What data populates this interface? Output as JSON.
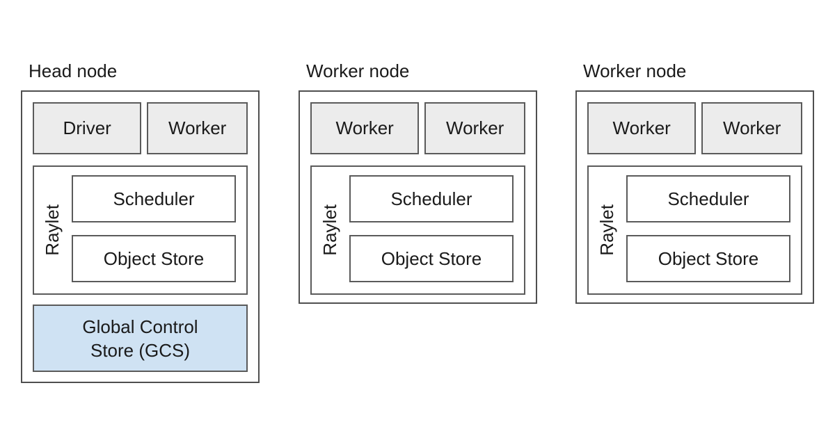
{
  "colors": {
    "background": "#ffffff",
    "border": "#4f4f4f",
    "process_fill": "#ececec",
    "gcs_fill": "#cfe2f3",
    "text": "#1a1a1a"
  },
  "nodes": [
    {
      "title": "Head node",
      "processes": [
        "Driver",
        "Worker"
      ],
      "raylet": {
        "label": "Raylet",
        "components": [
          "Scheduler",
          "Object Store"
        ]
      },
      "gcs": {
        "line1": "Global Control",
        "line2": "Store (GCS)"
      }
    },
    {
      "title": "Worker node",
      "processes": [
        "Worker",
        "Worker"
      ],
      "raylet": {
        "label": "Raylet",
        "components": [
          "Scheduler",
          "Object Store"
        ]
      }
    },
    {
      "title": "Worker node",
      "processes": [
        "Worker",
        "Worker"
      ],
      "raylet": {
        "label": "Raylet",
        "components": [
          "Scheduler",
          "Object Store"
        ]
      }
    }
  ]
}
